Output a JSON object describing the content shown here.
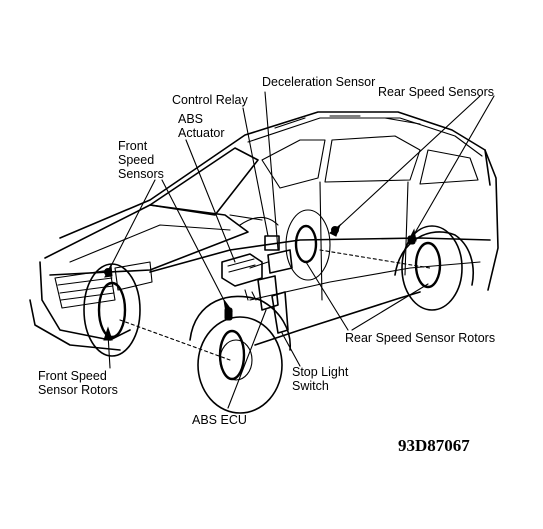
{
  "labels": {
    "control_relay": "Control Relay",
    "deceleration_sensor": "Deceleration Sensor",
    "rear_speed_sensors": "Rear Speed Sensors",
    "abs_actuator_line1": "ABS",
    "abs_actuator_line2": "Actuator",
    "front_speed_sensors_line1": "Front",
    "front_speed_sensors_line2": "Speed",
    "front_speed_sensors_line3": "Sensors",
    "rear_speed_sensor_rotors": "Rear Speed Sensor Rotors",
    "front_speed_sensor_rotors_line1": "Front Speed",
    "front_speed_sensor_rotors_line2": "Sensor Rotors",
    "stop_light_switch_line1": "Stop Light",
    "stop_light_switch_line2": "Switch",
    "abs_ecu": "ABS ECU"
  },
  "figure_code": "93D87067",
  "colors": {
    "ink": "#000000",
    "paper": "#ffffff"
  }
}
